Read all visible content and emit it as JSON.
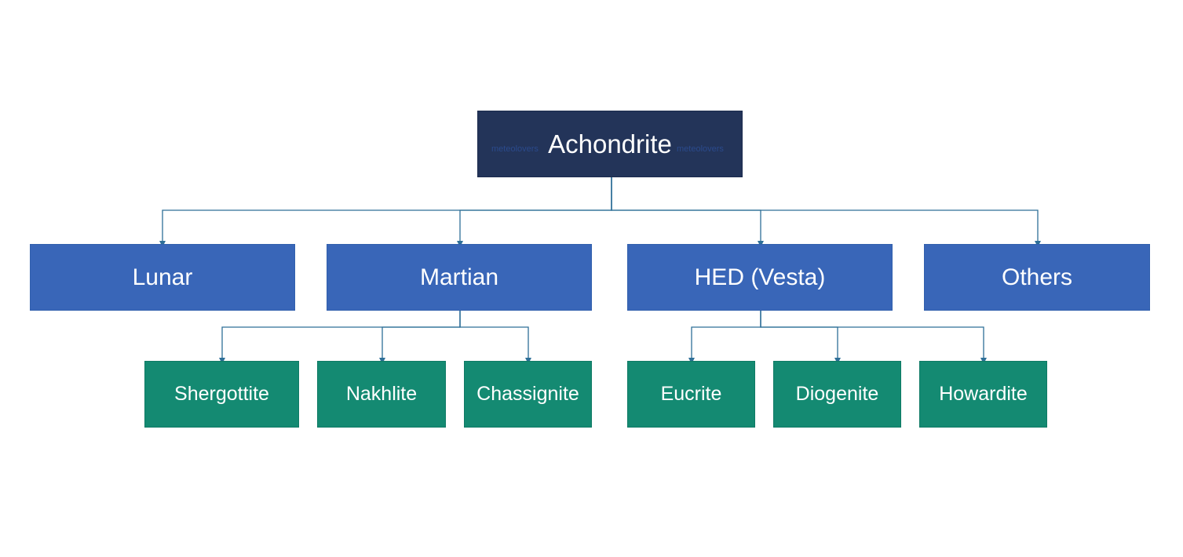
{
  "colors": {
    "root_fill": "#233459",
    "level1_fill": "#3966b8",
    "level2_fill": "#148a72",
    "connector": "#2e6f98",
    "watermark": "#2b4a8c",
    "text": "#ffffff"
  },
  "root": {
    "label": "Achondrite"
  },
  "watermarks": [
    "meteolovers",
    "meteolovers"
  ],
  "level1": [
    {
      "label": "Lunar"
    },
    {
      "label": "Martian"
    },
    {
      "label": "HED (Vesta)"
    },
    {
      "label": "Others"
    }
  ],
  "level2": [
    {
      "label": "Shergottite",
      "parent": "Martian"
    },
    {
      "label": "Nakhlite",
      "parent": "Martian"
    },
    {
      "label": "Chassignite",
      "parent": "Martian"
    },
    {
      "label": "Eucrite",
      "parent": "HED (Vesta)"
    },
    {
      "label": "Diogenite",
      "parent": "HED (Vesta)"
    },
    {
      "label": "Howardite",
      "parent": "HED (Vesta)"
    }
  ]
}
